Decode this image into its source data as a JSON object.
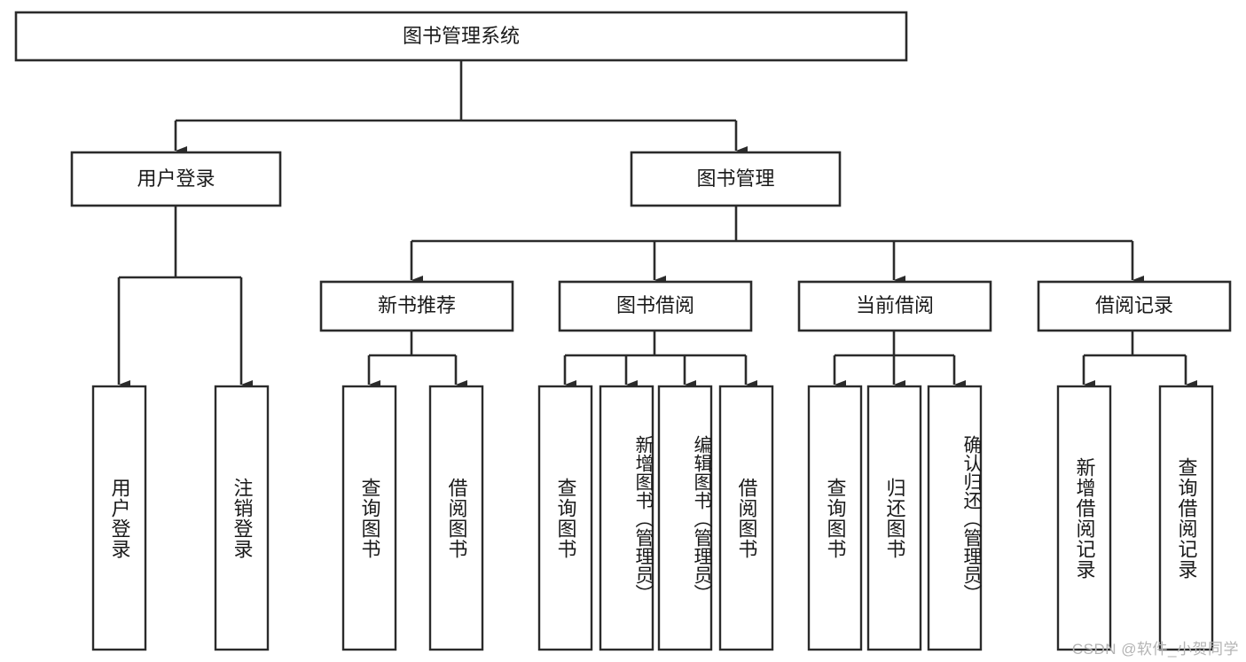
{
  "diagram": {
    "type": "tree-hierarchy",
    "title": "图书管理系统",
    "root": {
      "id": "root",
      "label": "图书管理系统",
      "orientation": "horizontal"
    },
    "level2": [
      {
        "id": "user-login",
        "label": "用户登录",
        "orientation": "horizontal"
      },
      {
        "id": "book-manage",
        "label": "图书管理",
        "orientation": "horizontal"
      }
    ],
    "level3": [
      {
        "id": "new-book-recommend",
        "label": "新书推荐",
        "orientation": "horizontal",
        "parent": "book-manage"
      },
      {
        "id": "book-borrow",
        "label": "图书借阅",
        "orientation": "horizontal",
        "parent": "book-manage"
      },
      {
        "id": "current-borrow",
        "label": "当前借阅",
        "orientation": "horizontal",
        "parent": "book-manage"
      },
      {
        "id": "borrow-record",
        "label": "借阅记录",
        "orientation": "horizontal",
        "parent": "book-manage"
      }
    ],
    "leaves": [
      {
        "id": "leaf-user-login",
        "label": "用户登录",
        "orientation": "vertical",
        "parent": "user-login"
      },
      {
        "id": "leaf-user-logout",
        "label": "注销登录",
        "orientation": "vertical",
        "parent": "user-login"
      },
      {
        "id": "leaf-query-book-1",
        "label": "查询图书",
        "orientation": "vertical",
        "parent": "new-book-recommend"
      },
      {
        "id": "leaf-borrow-book-1",
        "label": "借阅图书",
        "orientation": "vertical",
        "parent": "new-book-recommend"
      },
      {
        "id": "leaf-query-book-2",
        "label": "查询图书",
        "orientation": "vertical",
        "parent": "book-borrow"
      },
      {
        "id": "leaf-add-book",
        "label": "新增图书（管理员）",
        "orientation": "vertical",
        "parent": "book-borrow"
      },
      {
        "id": "leaf-edit-book",
        "label": "编辑图书（管理员）",
        "orientation": "vertical",
        "parent": "book-borrow"
      },
      {
        "id": "leaf-borrow-book-2",
        "label": "借阅图书",
        "orientation": "vertical",
        "parent": "book-borrow"
      },
      {
        "id": "leaf-query-book-3",
        "label": "查询图书",
        "orientation": "vertical",
        "parent": "current-borrow"
      },
      {
        "id": "leaf-return-book",
        "label": "归还图书",
        "orientation": "vertical",
        "parent": "current-borrow"
      },
      {
        "id": "leaf-confirm-return",
        "label": "确认归还（管理员）",
        "orientation": "vertical",
        "parent": "current-borrow"
      },
      {
        "id": "leaf-add-record",
        "label": "新增借阅记录",
        "orientation": "vertical",
        "parent": "borrow-record"
      },
      {
        "id": "leaf-query-record",
        "label": "查询借阅记录",
        "orientation": "vertical",
        "parent": "borrow-record"
      }
    ],
    "watermark": "CSDN @软件_小贺同学",
    "colors": {
      "box_stroke": "#2b2b2b",
      "box_fill": "#ffffff",
      "text": "#1a1a1a",
      "connector": "#2b2b2b",
      "watermark": "#b4b4b4",
      "background": "#ffffff"
    }
  }
}
